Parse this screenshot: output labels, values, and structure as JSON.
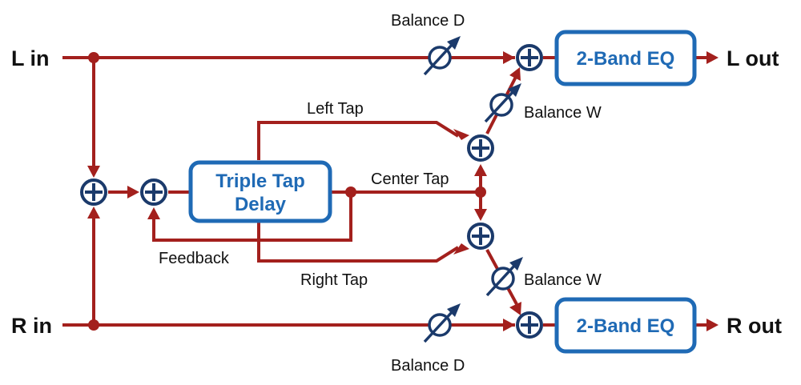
{
  "inputs": {
    "left": "L in",
    "right": "R in"
  },
  "outputs": {
    "left": "L out",
    "right": "R out"
  },
  "delay_block": {
    "line1": "Triple Tap",
    "line2": "Delay"
  },
  "eq_block": {
    "top": "2-Band EQ",
    "bottom": "2-Band EQ"
  },
  "taps": {
    "left": "Left Tap",
    "center": "Center Tap",
    "right": "Right Tap"
  },
  "feedback": "Feedback",
  "balance": {
    "dry_top": "Balance D",
    "dry_bottom": "Balance D",
    "wet_top": "Balance W",
    "wet_bottom": "Balance W"
  },
  "colors": {
    "signal_line": "#a3201d",
    "mixer": "#1b3a6b",
    "block": "#1f6ab5"
  }
}
